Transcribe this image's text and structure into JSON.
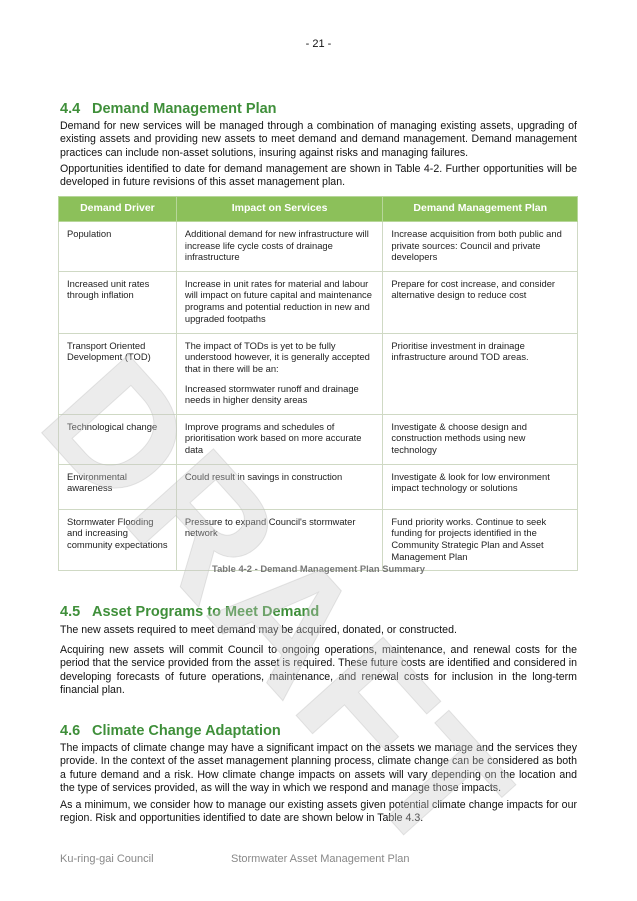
{
  "page_number": "- 21 -",
  "s44": {
    "num": "4.4",
    "title": "Demand Management Plan",
    "p1": "Demand for new services will be managed through a combination of managing existing assets, upgrading of existing assets and providing new assets to meet demand and demand management.  Demand management practices can include non-asset solutions, insuring against risks and managing failures.",
    "p2": "Opportunities identified to date for demand management are shown in Table 4-2. Further opportunities will be developed in future revisions of this asset management plan."
  },
  "table": {
    "headers": [
      "Demand Driver",
      "Impact on Services",
      "Demand Management Plan"
    ],
    "rows": [
      {
        "driver": "Population",
        "impact": "Additional demand for new infrastructure will increase life cycle costs of drainage infrastructure",
        "impact2": "",
        "plan": "Increase acquisition from both public and private sources: Council and private developers"
      },
      {
        "driver": "Increased unit rates through inflation",
        "impact": "Increase in unit rates for material and labour will impact on future capital and maintenance programs and potential reduction in new and upgraded footpaths",
        "impact2": "",
        "plan": "Prepare for cost increase, and consider alternative design to reduce cost"
      },
      {
        "driver": "Transport Oriented Development (TOD)",
        "impact": "The impact of TODs is yet to be fully understood however, it is generally accepted that in there will be an:",
        "impact2": "Increased stormwater runoff and drainage needs in higher density areas",
        "plan": "Prioritise investment in drainage infrastructure around TOD areas."
      },
      {
        "driver": "Technological change",
        "impact": "Improve programs and schedules of prioritisation work based on more accurate data",
        "impact2": "",
        "plan": "Investigate & choose design and construction methods using new technology"
      },
      {
        "driver": "Environmental awareness",
        "impact": "Could result in savings in construction",
        "impact2": "",
        "plan": "Investigate & look for low environment impact technology or solutions"
      },
      {
        "driver": "Stormwater Flooding and increasing community expectations",
        "impact": "Pressure to expand Council's stormwater network",
        "impact2": "",
        "plan": "Fund priority works. Continue to seek funding for projects identified in the Community Strategic Plan and Asset Management Plan"
      }
    ],
    "caption": "Table 4-2 - Demand Management Plan Summary"
  },
  "s45": {
    "num": "4.5",
    "title": "Asset Programs to Meet Demand",
    "p1": "The new assets required to meet demand may be acquired, donated, or constructed.",
    "p2": "Acquiring new assets will commit Council to ongoing operations, maintenance, and renewal costs for the period that the service provided from the asset is required. These future costs are identified and considered in developing forecasts of future operations, maintenance, and renewal costs for inclusion in the long-term financial plan."
  },
  "s46": {
    "num": "4.6",
    "title": "Climate Change Adaptation",
    "p1": "The impacts of climate change may have a significant impact on the assets we manage and the services they provide. In the context of the asset management planning process, climate change can be considered as both a future demand and a risk. How climate change impacts on assets will vary depending on the location and the type of services provided, as will the way in which we respond and manage those impacts.",
    "p2": "As a minimum, we consider how to manage our existing assets given potential climate change impacts for our region. Risk and opportunities identified to date are shown below in Table 4.3."
  },
  "watermark": "DRAFT",
  "footer": {
    "left": "Ku-ring-gai Council",
    "center": "Stormwater Asset Management Plan"
  }
}
